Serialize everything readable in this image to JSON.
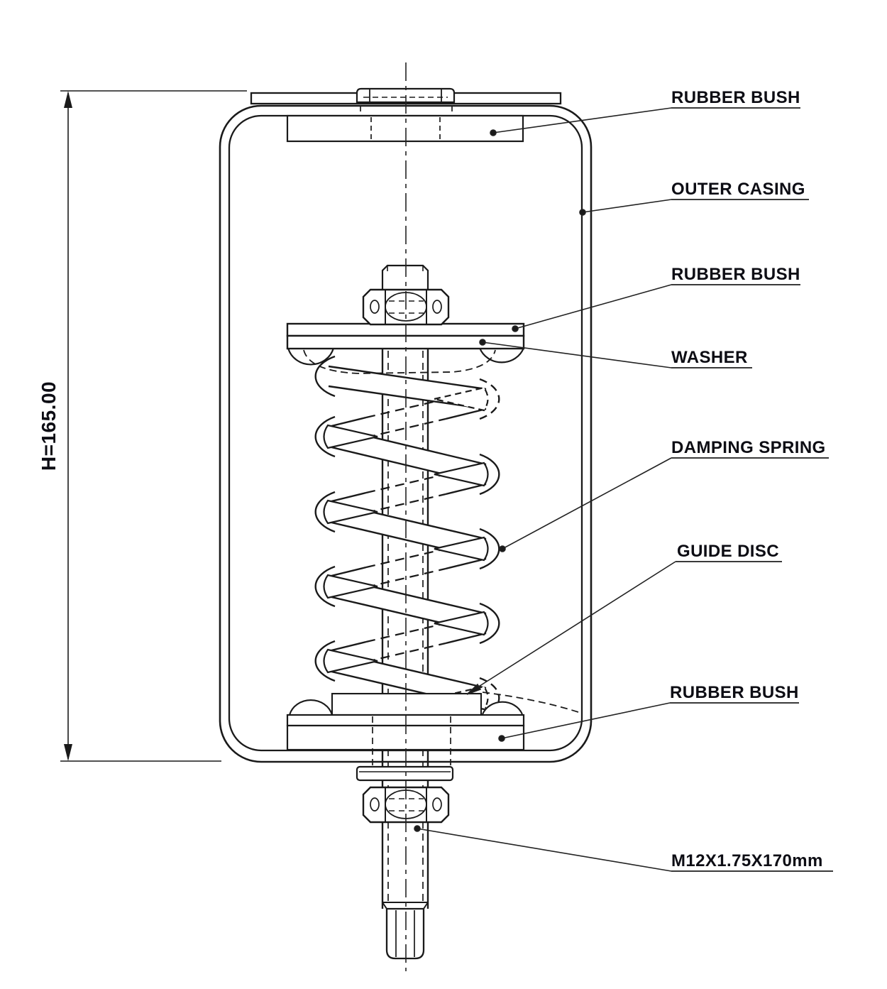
{
  "drawing": {
    "type": "technical-section-drawing",
    "dimension": {
      "height_label": "H=165.00"
    },
    "labels": {
      "rubber_bush_top": "RUBBER BUSH",
      "outer_casing": "OUTER CASING",
      "rubber_bush_mid": "RUBBER BUSH",
      "washer": "WASHER",
      "damping_spring": "DAMPING SPRING",
      "guide_disc": "GUIDE DISC",
      "rubber_bush_bottom": "RUBBER BUSH",
      "thread_spec": "M12X1.75X170mm"
    },
    "colors": {
      "line": "#1a1a1a",
      "text": "#0d0d14",
      "underline": "#3a3a3a",
      "background": "#ffffff"
    }
  }
}
